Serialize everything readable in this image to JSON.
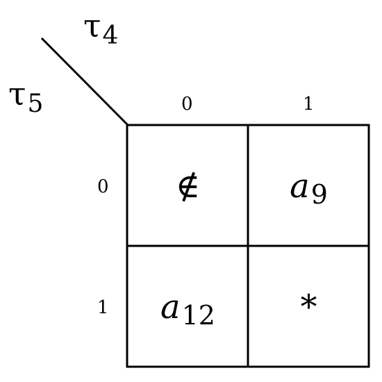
{
  "variables": {
    "column_var": {
      "base": "τ",
      "sub": "4"
    },
    "row_var": {
      "base": "τ",
      "sub": "5"
    }
  },
  "columns": [
    "0",
    "1"
  ],
  "rows": [
    "0",
    "1"
  ],
  "cells": [
    [
      {
        "kind": "symbol",
        "text": "∉"
      },
      {
        "kind": "var",
        "base": "a",
        "sub": "9"
      }
    ],
    [
      {
        "kind": "var",
        "base": "a",
        "sub": "12"
      },
      {
        "kind": "symbol",
        "text": "*"
      }
    ]
  ],
  "colors": {
    "line": "#000000",
    "text": "#000000",
    "background": "#ffffff"
  }
}
